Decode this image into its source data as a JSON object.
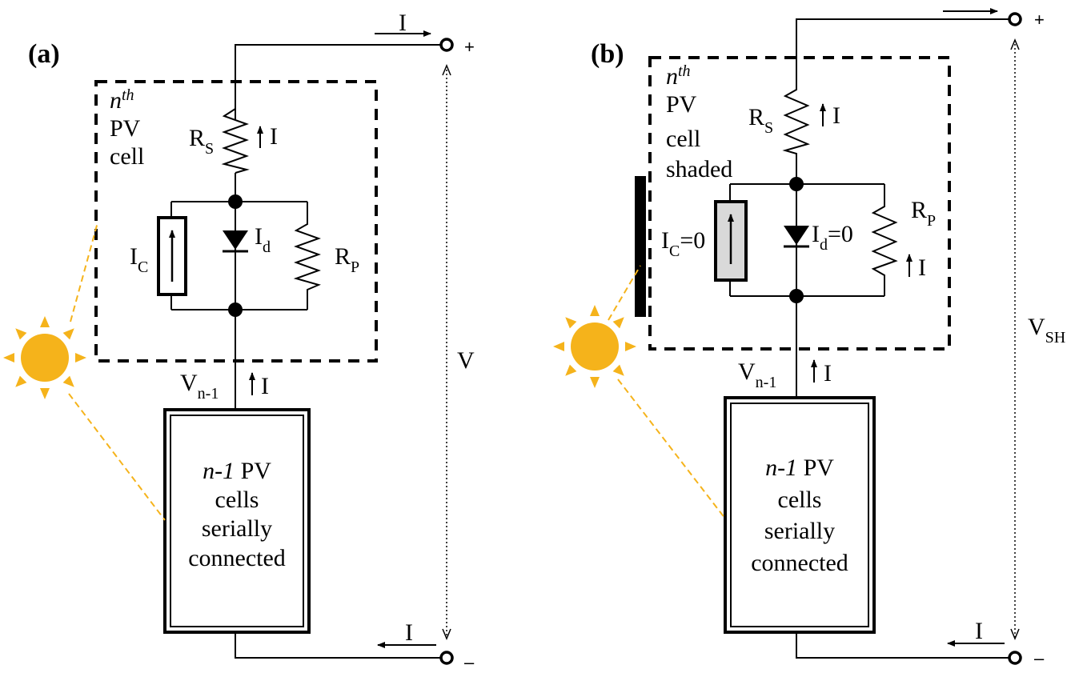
{
  "panel_a": {
    "label": "(a)",
    "cell_label": [
      "n",
      "th",
      "PV",
      "cell"
    ],
    "rs": [
      "R",
      "S"
    ],
    "rp": [
      "R",
      "P"
    ],
    "ic": [
      "I",
      "C"
    ],
    "id": [
      "I",
      "d"
    ],
    "current": "I",
    "vn1": [
      "V",
      "n-1"
    ],
    "v": "V",
    "plus": "+",
    "minus": "–",
    "box": [
      "n-1",
      " PV",
      "cells",
      "serially",
      "connected"
    ]
  },
  "panel_b": {
    "label": "(b)",
    "cell_label": [
      "n",
      "th",
      "PV",
      "cell",
      "shaded"
    ],
    "rs": [
      "R",
      "S"
    ],
    "rp": [
      "R",
      "P"
    ],
    "ic": [
      "I",
      "C",
      "=0"
    ],
    "id": [
      "I",
      "d",
      "=0"
    ],
    "current": "I",
    "vn1": [
      "V",
      "n-1"
    ],
    "v": [
      "V",
      "SH"
    ],
    "plus": "+",
    "minus": "–",
    "box": [
      "n-1",
      " PV",
      "cells",
      "serially",
      "connected"
    ]
  },
  "colors": {
    "sun": "#F5B31B",
    "ray_line": "#F5B31B",
    "shade_source": "#d9d9d9"
  }
}
